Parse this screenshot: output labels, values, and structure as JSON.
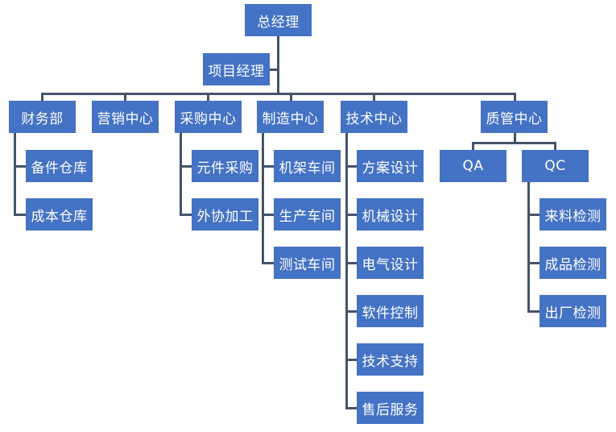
{
  "colors": {
    "box": "#4472C4",
    "line": "#44546A",
    "text": "#FFFFFF"
  },
  "top": {
    "label": "总经理"
  },
  "assistant": {
    "label": "项目经理"
  },
  "departments": [
    {
      "label": "财务部",
      "children": [
        "备件仓库",
        "成本仓库"
      ]
    },
    {
      "label": "营销中心",
      "children": []
    },
    {
      "label": "采购中心",
      "children": [
        "元件采购",
        "外协加工"
      ]
    },
    {
      "label": "制造中心",
      "children": [
        "机架车间",
        "生产车间",
        "测试车间"
      ]
    },
    {
      "label": "技术中心",
      "children": [
        "方案设计",
        "机械设计",
        "电气设计",
        "软件控制",
        "技术支持",
        "售后服务"
      ]
    },
    {
      "label": "质管中心",
      "children": [
        "QA",
        "QC"
      ]
    }
  ],
  "qc_children": [
    "来料检测",
    "成品检测",
    "出厂检测"
  ]
}
